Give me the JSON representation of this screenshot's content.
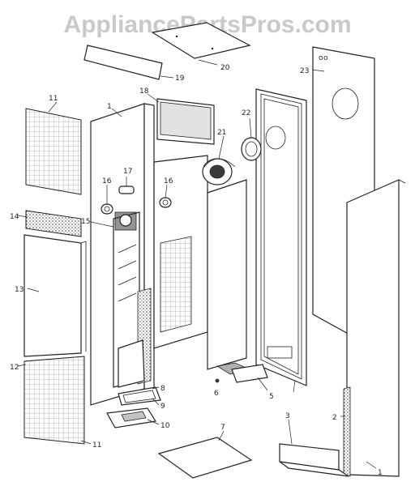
{
  "watermark": "AppliancePartsPros.com",
  "callouts": {
    "c1a": "1",
    "c1b": "1",
    "c2": "2",
    "c3": "3",
    "c5": "5",
    "c6": "6",
    "c7": "7",
    "c8": "8",
    "c9": "9",
    "c10": "10",
    "c11a": "11",
    "c11b": "11",
    "c12": "12",
    "c13": "13",
    "c14": "14",
    "c15": "15",
    "c16a": "16",
    "c16b": "16",
    "c17": "17",
    "c18": "18",
    "c19": "19",
    "c20": "20",
    "c21": "21",
    "c22": "22",
    "c23": "23"
  }
}
